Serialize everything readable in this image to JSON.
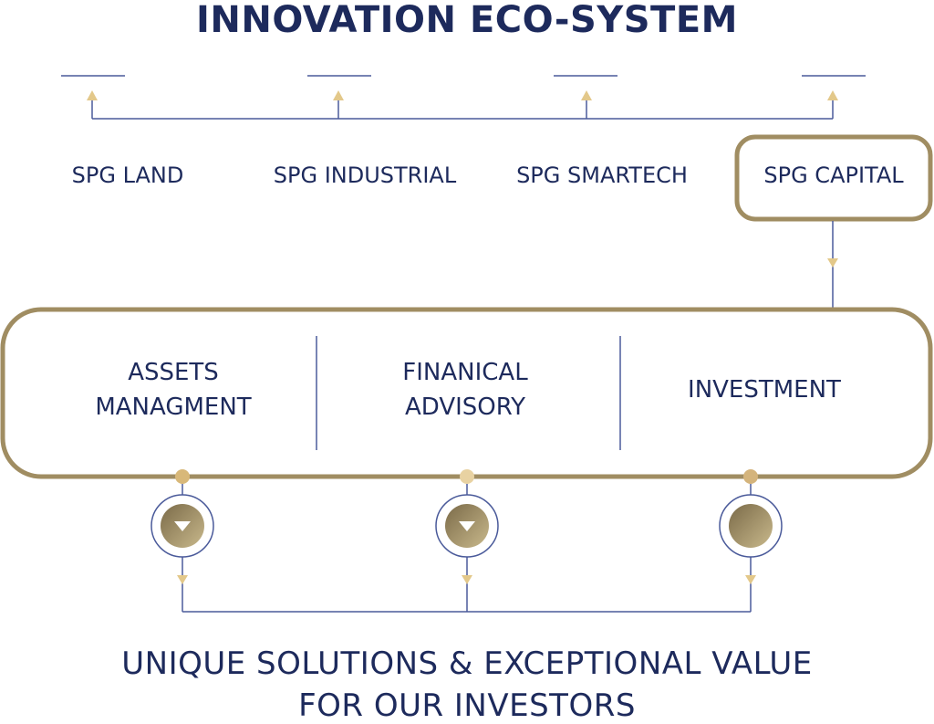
{
  "title": "INNOVATION ECO-SYSTEM",
  "companies": [
    {
      "label": "SPG LAND",
      "highlighted": false
    },
    {
      "label": "SPG INDUSTRIAL",
      "highlighted": false
    },
    {
      "label": "SPG SMARTECH",
      "highlighted": false
    },
    {
      "label": "SPG CAPITAL",
      "highlighted": true
    }
  ],
  "services": [
    {
      "line1": "ASSETS",
      "line2": "MANAGMENT",
      "icon": "triangle-down-icon"
    },
    {
      "line1": "FINANICAL",
      "line2": "ADVISORY",
      "icon": "triangle-down-icon"
    },
    {
      "line1": "INVESTMENT",
      "line2": "",
      "icon": "solid-circle-icon"
    }
  ],
  "bottom": {
    "line1": "UNIQUE SOLUTIONS & EXCEPTIONAL VALUE",
    "line2": "FOR OUR INVESTORS"
  },
  "colors": {
    "navy": "#1d2a5c",
    "gold": "#a08d62",
    "gold_light": "#e3c88a",
    "line_blue": "#4a5a9a"
  }
}
